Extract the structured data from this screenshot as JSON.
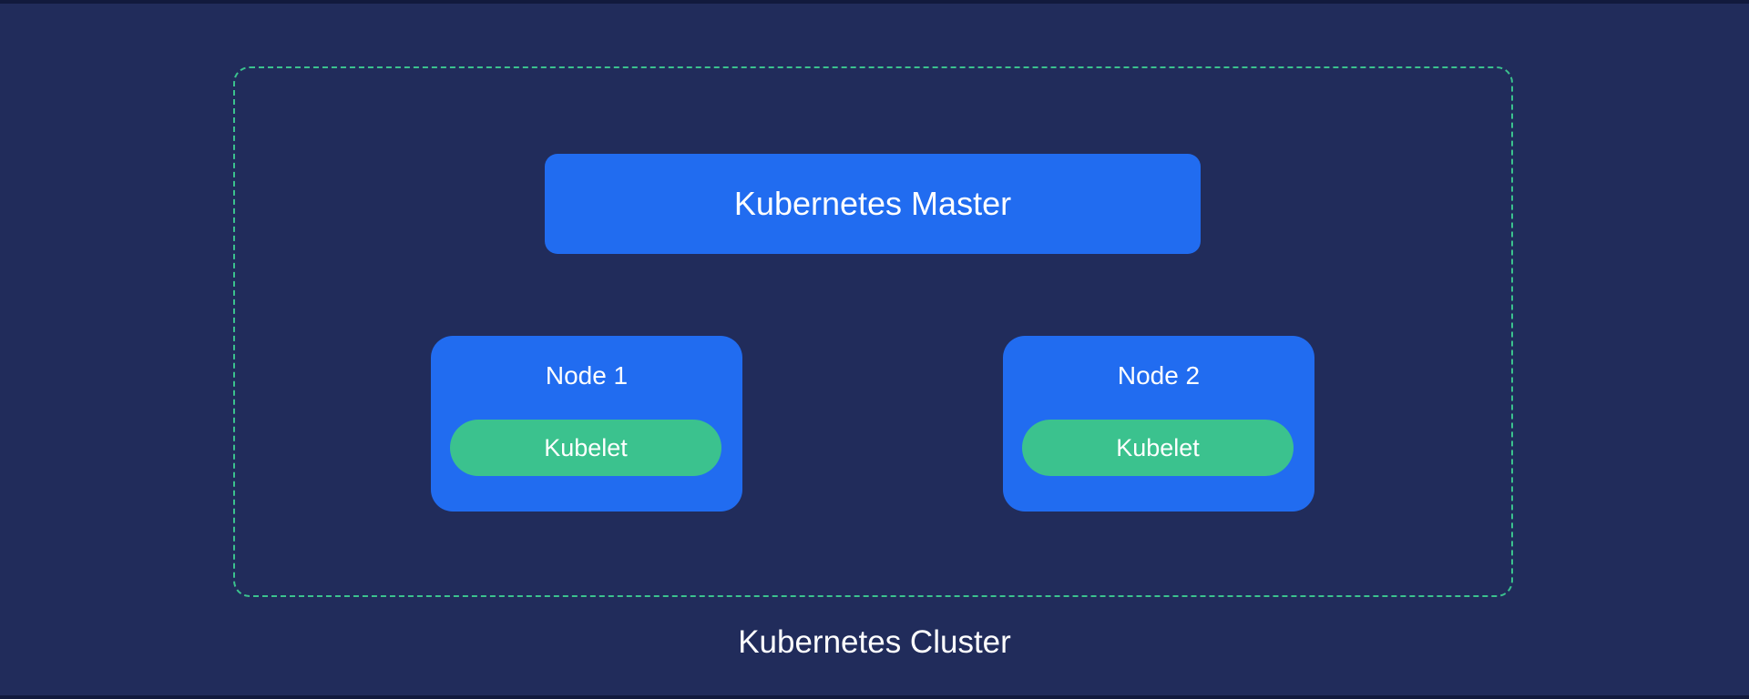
{
  "diagram": {
    "cluster": {
      "label": "Kubernetes Cluster",
      "border_color": "#3bc28e"
    },
    "master": {
      "label": "Kubernetes Master",
      "color": "#216cf0"
    },
    "nodes": [
      {
        "label": "Node 1",
        "component": "Kubelet"
      },
      {
        "label": "Node 2",
        "component": "Kubelet"
      }
    ],
    "colors": {
      "background": "#212c5b",
      "node": "#216cf0",
      "kubelet": "#3bc28e",
      "text": "#ffffff"
    }
  }
}
